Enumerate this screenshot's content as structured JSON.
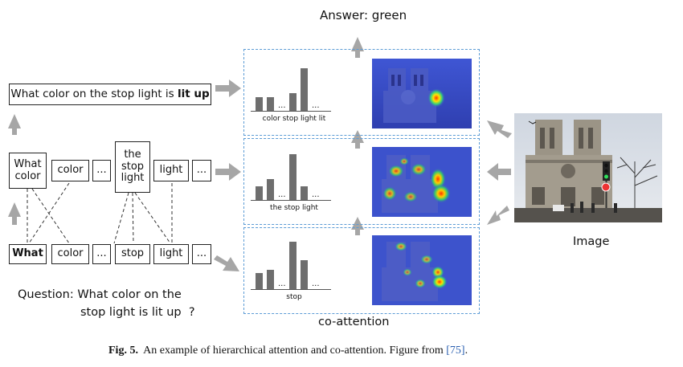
{
  "answer": "Answer: green",
  "sentence_box": {
    "prefix": "What color on the stop light is ",
    "bold": "lit up"
  },
  "phrase_level": {
    "what_color": "What color",
    "color": "color",
    "ellipsis1": "...",
    "the_stop_light": "the stop light",
    "light": "light",
    "ellipsis2": "..."
  },
  "word_level": {
    "what": "What",
    "color": "color",
    "ellipsis1": "...",
    "stop": "stop",
    "light": "light",
    "ellipsis2": "..."
  },
  "question": {
    "line1": "Question: What color on the",
    "line2": "stop light is lit up  ?"
  },
  "panels": [
    {
      "label": "color stop light lit",
      "bars": [
        0.28,
        0.28,
        0.0,
        0.36,
        0.85,
        0.0
      ],
      "ellipses": [
        "...",
        "..."
      ]
    },
    {
      "label": "the stop light",
      "bars": [
        0.28,
        0.42,
        0.0,
        0.92,
        0.28,
        0.0
      ],
      "ellipses": [
        "...",
        "..."
      ]
    },
    {
      "label": "stop",
      "bars": [
        0.33,
        0.38,
        0.0,
        0.95,
        0.58,
        0.0
      ],
      "ellipses": [
        "...",
        "..."
      ]
    }
  ],
  "co_attention": "co-attention",
  "image_label": "Image",
  "caption": {
    "fig": "Fig. 5.",
    "text": "  An example of hierarchical attention and co-attention. Figure from ",
    "cite": "[75]",
    "end": "."
  },
  "colors": {
    "arrow": "#a6a6a6",
    "dash": "#5b9bd5",
    "bar": "#6e6e6e",
    "cite": "#2a5fb0"
  }
}
